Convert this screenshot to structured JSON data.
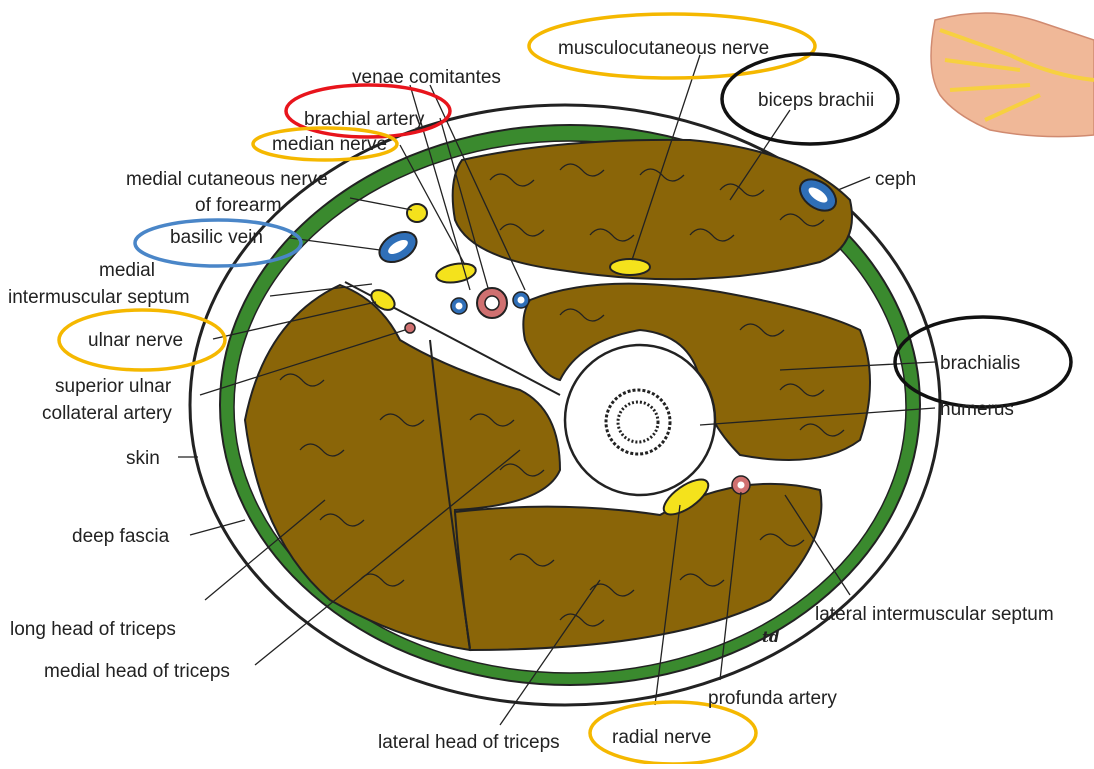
{
  "labels": {
    "venae_comitantes": "venae comitantes",
    "musculocutaneous_nerve": "musculocutaneous nerve",
    "brachial_artery": "brachial artery",
    "biceps_brachii": "biceps brachii",
    "median_nerve": "median nerve",
    "cephalic": "ceph",
    "medial_cutaneous_nerve_1": "medial cutaneous nerve",
    "medial_cutaneous_nerve_2": "of forearm",
    "basilic_vein": "basilic vein",
    "medial_septum_1": "medial",
    "medial_septum_2": "intermuscular septum",
    "ulnar_nerve": "ulnar nerve",
    "superior_ulnar_1": "superior ulnar",
    "superior_ulnar_2": "collateral artery",
    "brachialis": "brachialis",
    "humerus": "humerus",
    "skin": "skin",
    "deep_fascia": "deep fascia",
    "long_head": "long head of triceps",
    "lateral_septum": "lateral intermuscular septum",
    "medial_head": "medial head of triceps",
    "profunda_artery": "profunda artery",
    "lateral_head": "lateral head of triceps",
    "radial_nerve": "radial nerve",
    "signature": "td"
  },
  "highlight_colors": {
    "nerve": "#f5b800",
    "artery": "#e8141c",
    "vein": "#4a86c8",
    "muscle": "#111111"
  },
  "fill_colors": {
    "muscle": "#8a6508",
    "fascia": "#3a8a2e",
    "nerve": "#f4e21c",
    "vein": "#2f6fb8",
    "artery": "#d07070",
    "skin": "#ffffff"
  },
  "icons": {
    "hand": "hand-illustration-icon"
  }
}
